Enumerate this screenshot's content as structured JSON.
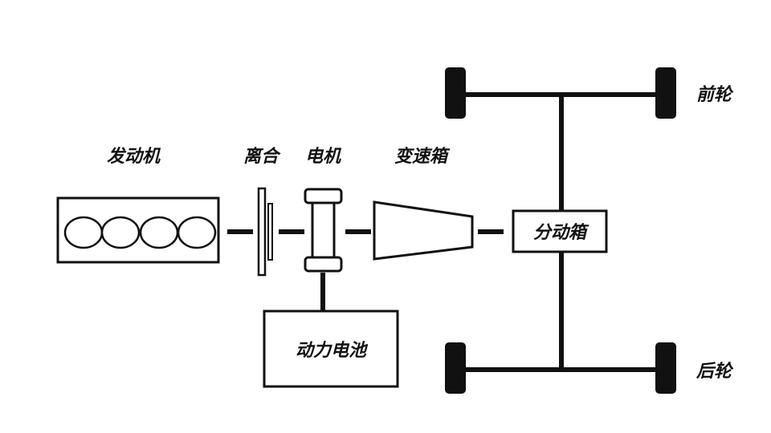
{
  "labels": {
    "engine": "发动机",
    "clutch": "离合",
    "motor": "电机",
    "gearbox": "变速箱",
    "transfer_case": "分动箱",
    "battery": "动力电池",
    "front_wheel": "前轮",
    "rear_wheel": "后轮"
  },
  "colors": {
    "stroke": "#111111",
    "background": "#ffffff"
  }
}
